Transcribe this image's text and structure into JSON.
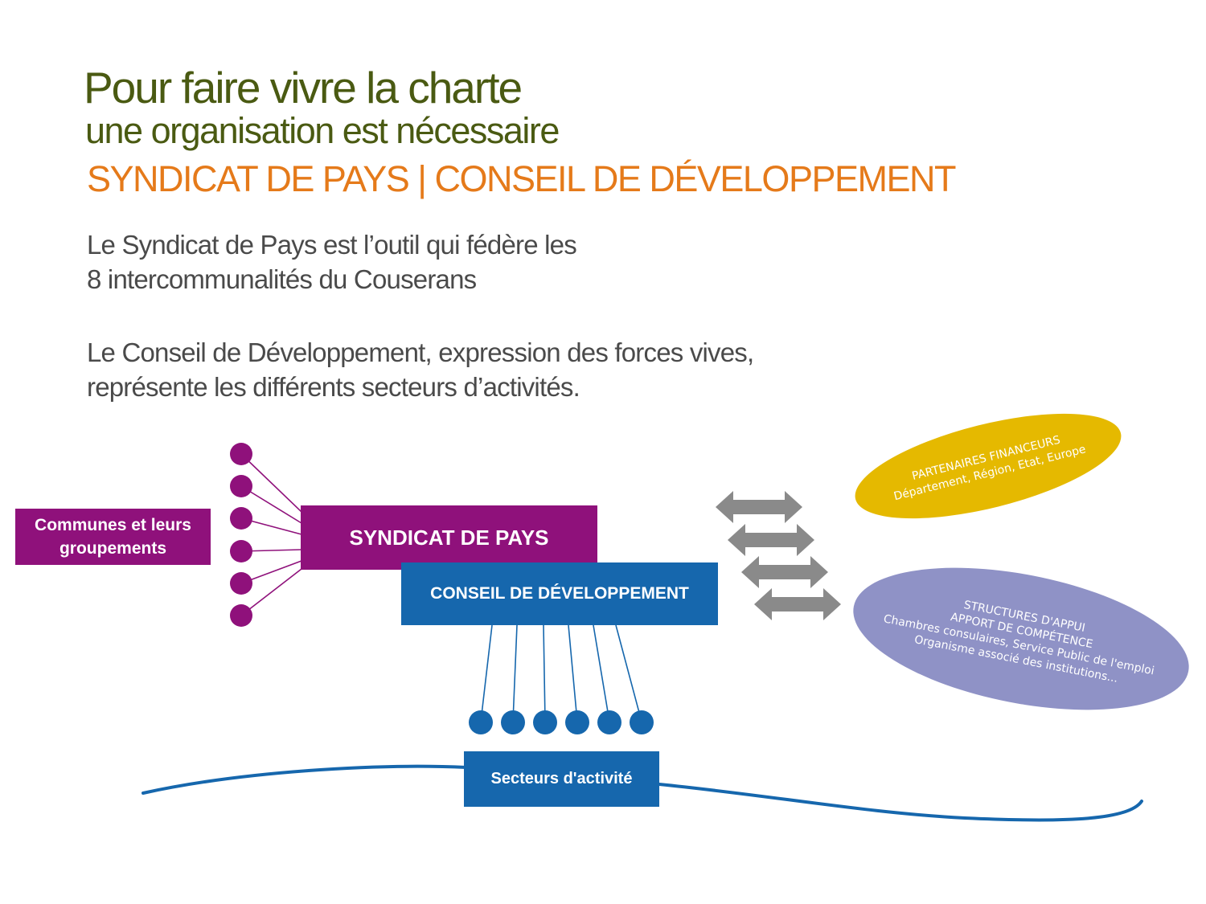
{
  "header": {
    "title_line1": "Pour faire vivre la charte",
    "title_line2": "une organisation est nécessaire",
    "subtitle": "SYNDICAT DE PAYS | CONSEIL DE DÉVELOPPEMENT"
  },
  "intro": {
    "paragraph1": [
      "Le Syndicat de Pays est l’outil qui fédère les",
      "8 intercommunalités du Couserans"
    ],
    "paragraph2": [
      "Le Conseil de Développement, expression des forces vives,",
      "représente les différents secteurs d’activités."
    ]
  },
  "diagram": {
    "communes_label": [
      "Communes et leurs",
      "groupements"
    ],
    "syndicat_label": "SYNDICAT DE PAYS",
    "conseil_label": "CONSEIL DE DÉVELOPPEMENT",
    "secteurs_label": "Secteurs d'activité",
    "partenaires": {
      "lines": [
        "PARTENAIRES FINANCEURS",
        "Département, Région, Etat, Europe"
      ]
    },
    "structures": {
      "lines": [
        "STRUCTURES D'APPUI",
        "APPORT DE COMPÉTENCE",
        "Chambres consulaires, Service Public de l'emploi",
        "Organisme associé des institutions..."
      ]
    }
  },
  "colors": {
    "title_green": "#4a5a12",
    "subtitle_orange": "#e57a1a",
    "purple": "#8f117b",
    "blue": "#1667ad",
    "yellow": "#e5b900",
    "lavender": "#8f92c6",
    "arrow_grey": "#8a8a8a"
  }
}
